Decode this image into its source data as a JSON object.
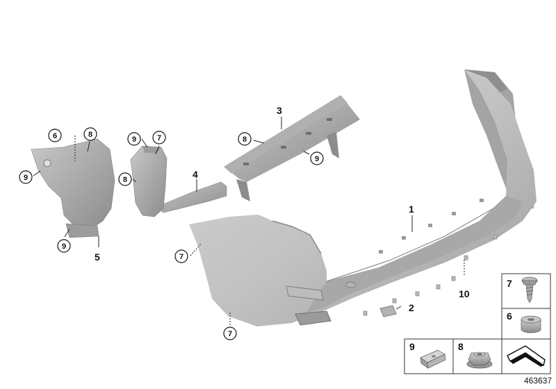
{
  "diagram": {
    "reference_number": "463637",
    "callouts": {
      "c1": "1",
      "c2": "2",
      "c3": "3",
      "c4": "4",
      "c5": "5",
      "c6": "6",
      "c7a": "7",
      "c7b": "7",
      "c7c": "7",
      "c8a": "8",
      "c8b": "8",
      "c8c": "8",
      "c9a": "9",
      "c9b": "9",
      "c9c": "9",
      "c9d": "9",
      "c10": "10"
    },
    "legend": {
      "bolt_label": "7",
      "spacer_label": "6",
      "clip_label": "9",
      "nut_label": "8"
    }
  }
}
